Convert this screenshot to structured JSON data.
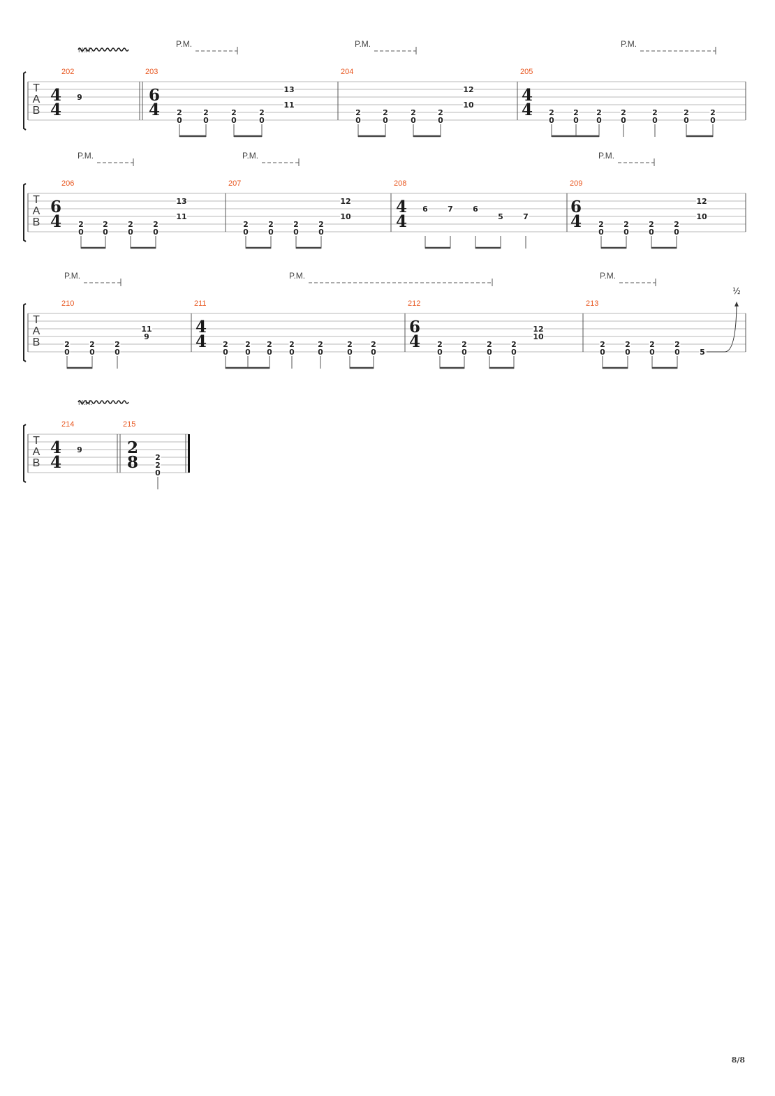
{
  "clef_letters": [
    "T",
    "A",
    "B"
  ],
  "page_number": "8/8",
  "palm_mute_label": "P.M.",
  "natural_harmonic_label": "N.H.",
  "bend_label": "½",
  "systems": [
    {
      "measures": [
        {
          "number": "202",
          "time_sig": [
            "4",
            "4"
          ],
          "double_bar_end": true,
          "notes": [
            {
              "s": 3,
              "f": "9"
            }
          ],
          "stems": [],
          "beams": [],
          "nh": true
        },
        {
          "number": "203",
          "time_sig": [
            "6",
            "4"
          ],
          "notes": [
            {
              "s": 5,
              "f": "2"
            },
            {
              "s": 6,
              "f": "0"
            },
            {
              "s": 5,
              "f": "2"
            },
            {
              "s": 6,
              "f": "0"
            },
            {
              "s": 5,
              "f": "2"
            },
            {
              "s": 6,
              "f": "0"
            },
            {
              "s": 5,
              "f": "2"
            },
            {
              "s": 6,
              "f": "0"
            },
            {
              "s": 2,
              "f": "13"
            },
            {
              "s": 4,
              "f": "11"
            }
          ],
          "pm": true
        },
        {
          "number": "204",
          "notes": [
            {
              "s": 5,
              "f": "2"
            },
            {
              "s": 6,
              "f": "0"
            },
            {
              "s": 5,
              "f": "2"
            },
            {
              "s": 6,
              "f": "0"
            },
            {
              "s": 5,
              "f": "2"
            },
            {
              "s": 6,
              "f": "0"
            },
            {
              "s": 5,
              "f": "2"
            },
            {
              "s": 6,
              "f": "0"
            },
            {
              "s": 2,
              "f": "12"
            },
            {
              "s": 4,
              "f": "10"
            }
          ],
          "pm": true
        },
        {
          "number": "205",
          "time_sig": [
            "4",
            "4"
          ],
          "notes": [
            {
              "s": 5,
              "f": "2"
            },
            {
              "s": 6,
              "f": "0"
            },
            {
              "s": 5,
              "f": "2"
            },
            {
              "s": 6,
              "f": "0"
            },
            {
              "s": 5,
              "f": "2"
            },
            {
              "s": 6,
              "f": "0"
            },
            {
              "s": 5,
              "f": "2"
            },
            {
              "s": 6,
              "f": "0"
            },
            {
              "s": 5,
              "f": "2"
            },
            {
              "s": 6,
              "f": "0"
            },
            {
              "s": 5,
              "f": "2"
            },
            {
              "s": 6,
              "f": "0"
            },
            {
              "s": 5,
              "f": "2"
            },
            {
              "s": 6,
              "f": "0"
            }
          ],
          "pm": true
        }
      ]
    },
    {
      "measures": [
        {
          "number": "206",
          "time_sig": [
            "6",
            "4"
          ],
          "notes": [
            {
              "s": 5,
              "f": "2"
            },
            {
              "s": 6,
              "f": "0"
            },
            {
              "s": 5,
              "f": "2"
            },
            {
              "s": 6,
              "f": "0"
            },
            {
              "s": 5,
              "f": "2"
            },
            {
              "s": 6,
              "f": "0"
            },
            {
              "s": 5,
              "f": "2"
            },
            {
              "s": 6,
              "f": "0"
            },
            {
              "s": 2,
              "f": "13"
            },
            {
              "s": 4,
              "f": "11"
            }
          ],
          "pm": true
        },
        {
          "number": "207",
          "notes": [
            {
              "s": 5,
              "f": "2"
            },
            {
              "s": 6,
              "f": "0"
            },
            {
              "s": 5,
              "f": "2"
            },
            {
              "s": 6,
              "f": "0"
            },
            {
              "s": 5,
              "f": "2"
            },
            {
              "s": 6,
              "f": "0"
            },
            {
              "s": 5,
              "f": "2"
            },
            {
              "s": 6,
              "f": "0"
            },
            {
              "s": 2,
              "f": "12"
            },
            {
              "s": 4,
              "f": "10"
            }
          ],
          "pm": true
        },
        {
          "number": "208",
          "time_sig": [
            "4",
            "4"
          ],
          "notes": [
            {
              "s": 3,
              "f": "6"
            },
            {
              "s": 3,
              "f": "7"
            },
            {
              "s": 3,
              "f": "6"
            },
            {
              "s": 4,
              "f": "5"
            },
            {
              "s": 4,
              "f": "7"
            }
          ]
        },
        {
          "number": "209",
          "time_sig": [
            "6",
            "4"
          ],
          "notes": [
            {
              "s": 5,
              "f": "2"
            },
            {
              "s": 6,
              "f": "0"
            },
            {
              "s": 5,
              "f": "2"
            },
            {
              "s": 6,
              "f": "0"
            },
            {
              "s": 5,
              "f": "2"
            },
            {
              "s": 6,
              "f": "0"
            },
            {
              "s": 5,
              "f": "2"
            },
            {
              "s": 6,
              "f": "0"
            },
            {
              "s": 2,
              "f": "12"
            },
            {
              "s": 4,
              "f": "10"
            }
          ],
          "pm": true
        }
      ]
    },
    {
      "measures": [
        {
          "number": "210",
          "notes": [
            {
              "s": 5,
              "f": "2"
            },
            {
              "s": 6,
              "f": "0"
            },
            {
              "s": 5,
              "f": "2"
            },
            {
              "s": 6,
              "f": "0"
            },
            {
              "s": 5,
              "f": "2"
            },
            {
              "s": 6,
              "f": "0"
            },
            {
              "s": 3,
              "f": "11"
            },
            {
              "s": 4,
              "f": "9"
            }
          ],
          "pm": true
        },
        {
          "number": "211",
          "time_sig": [
            "4",
            "4"
          ],
          "notes": [
            {
              "s": 5,
              "f": "2"
            },
            {
              "s": 6,
              "f": "0"
            },
            {
              "s": 5,
              "f": "2"
            },
            {
              "s": 6,
              "f": "0"
            },
            {
              "s": 5,
              "f": "2"
            },
            {
              "s": 6,
              "f": "0"
            },
            {
              "s": 5,
              "f": "2"
            },
            {
              "s": 6,
              "f": "0"
            },
            {
              "s": 5,
              "f": "2"
            },
            {
              "s": 6,
              "f": "0"
            },
            {
              "s": 5,
              "f": "2"
            },
            {
              "s": 6,
              "f": "0"
            },
            {
              "s": 5,
              "f": "2"
            },
            {
              "s": 6,
              "f": "0"
            }
          ],
          "pm": true
        },
        {
          "number": "212",
          "time_sig": [
            "6",
            "4"
          ],
          "notes": [
            {
              "s": 5,
              "f": "2"
            },
            {
              "s": 6,
              "f": "0"
            },
            {
              "s": 5,
              "f": "2"
            },
            {
              "s": 6,
              "f": "0"
            },
            {
              "s": 5,
              "f": "2"
            },
            {
              "s": 6,
              "f": "0"
            },
            {
              "s": 5,
              "f": "2"
            },
            {
              "s": 6,
              "f": "0"
            },
            {
              "s": 3,
              "f": "12"
            },
            {
              "s": 4,
              "f": "10"
            }
          ]
        },
        {
          "number": "213",
          "notes": [
            {
              "s": 5,
              "f": "2"
            },
            {
              "s": 6,
              "f": "0"
            },
            {
              "s": 5,
              "f": "2"
            },
            {
              "s": 6,
              "f": "0"
            },
            {
              "s": 5,
              "f": "2"
            },
            {
              "s": 6,
              "f": "0"
            },
            {
              "s": 5,
              "f": "2"
            },
            {
              "s": 6,
              "f": "0"
            },
            {
              "s": 6,
              "f": "5"
            }
          ],
          "pm": true,
          "bend": true
        }
      ]
    },
    {
      "measures": [
        {
          "number": "214",
          "time_sig": [
            "4",
            "4"
          ],
          "double_bar_end": true,
          "notes": [
            {
              "s": 3,
              "f": "9"
            }
          ],
          "nh": true
        },
        {
          "number": "215",
          "time_sig": [
            "2",
            "8"
          ],
          "final_bar": true,
          "notes": [
            {
              "s": 4,
              "f": "2"
            },
            {
              "s": 5,
              "f": "2"
            },
            {
              "s": 6,
              "f": "0"
            }
          ]
        }
      ]
    }
  ]
}
